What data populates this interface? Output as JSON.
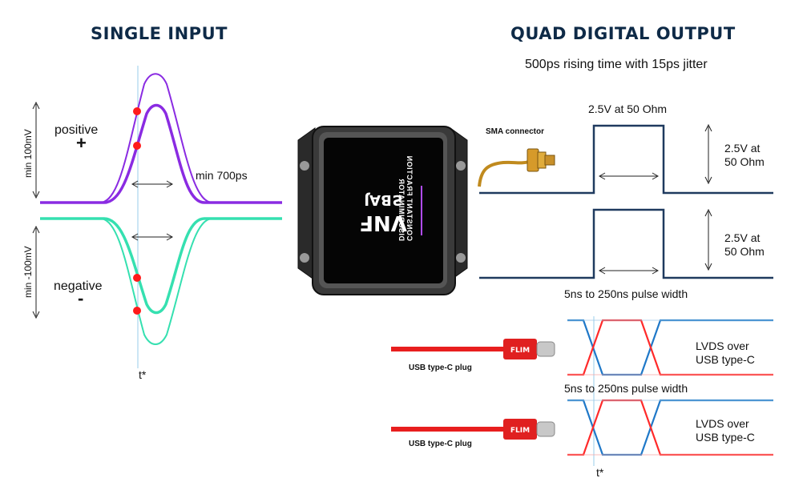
{
  "left": {
    "title": "SINGLE INPUT",
    "amp_pos": "min 100mV",
    "amp_neg": "min -100mV",
    "width_label": "min 700ps",
    "positive": "positive",
    "plus": "+",
    "negative": "negative",
    "minus": "-",
    "tstar": "t*"
  },
  "right": {
    "title": "QUAD DIGITAL OUTPUT",
    "subtitle": "500ps rising time with 15ps jitter",
    "sma_label": "SMA connector",
    "top_pulse_label": "2.5V at 50 Ohm",
    "side_label_1": "2.5V at\n50 Ohm",
    "side_label_2": "2.5V at\n50 Ohm",
    "pulse_width_1": "5ns to 250ns pulse width",
    "pulse_width_2": "5ns to 250ns pulse width",
    "lvds_1": "LVDS over\nUSB type-C",
    "lvds_2": "LVDS over\nUSB type-C",
    "usb_label_1": "USB type-C plug",
    "usb_label_2": "USB type-C plug",
    "tstar": "t*"
  },
  "device": {
    "line1": "CONSTANT FRACTION",
    "line2": "DISCRIMINATOR"
  },
  "colors": {
    "title": "#0e2a47",
    "purple": "#8a2be2",
    "teal": "#35e0b0",
    "marker": "#ff1a1a",
    "pulse": "#1f3a5f",
    "lvds_red": "#ff2a2a",
    "lvds_blue": "#1f78c8",
    "tstar_line": "#a9d6ee"
  }
}
